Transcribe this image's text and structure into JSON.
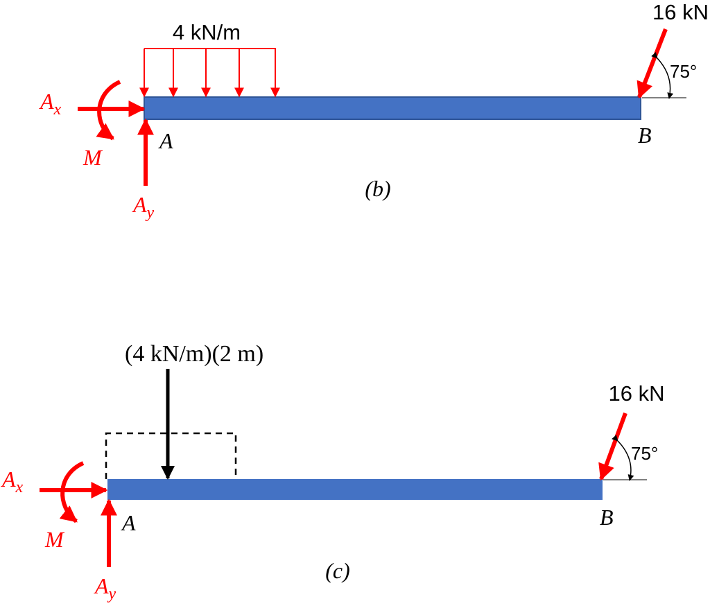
{
  "colors": {
    "beam": "#4472c4",
    "beam_edge": "#2f5597",
    "reaction": "#ff0000",
    "load": "#000000",
    "background": "#ffffff"
  },
  "diagram_b": {
    "caption": "(b)",
    "distributed_load_label": "4 kN/m",
    "point_load_label": "16 kN",
    "angle_label": "75°",
    "point_a_label": "A",
    "point_b_label": "B",
    "reaction_x_main": "A",
    "reaction_x_sub": "x",
    "reaction_y_main": "A",
    "reaction_y_sub": "y",
    "moment_label": "M"
  },
  "diagram_c": {
    "caption": "(c)",
    "resultant_load_label": "(4 kN/m)(2 m)",
    "point_load_label": "16 kN",
    "angle_label": "75°",
    "point_a_label": "A",
    "point_b_label": "B",
    "reaction_x_main": "A",
    "reaction_x_sub": "x",
    "reaction_y_main": "A",
    "reaction_y_sub": "y",
    "moment_label": "M"
  }
}
